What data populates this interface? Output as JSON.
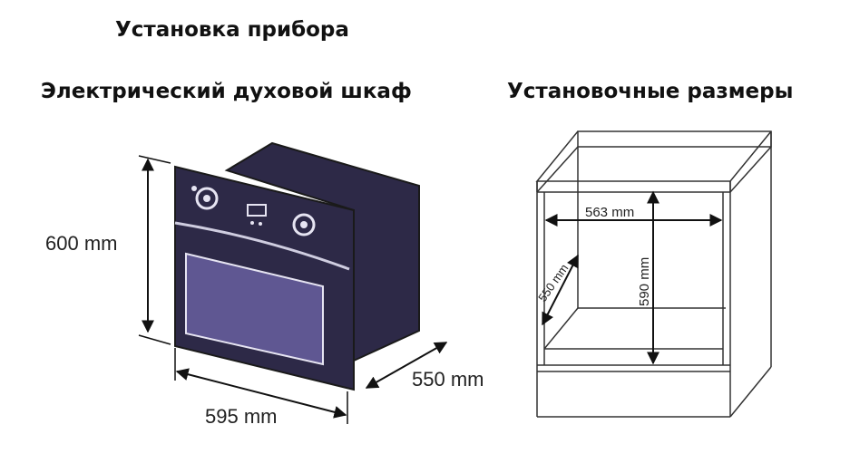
{
  "title": "Установка прибора",
  "oven_heading": "Электрический духовой шкаф",
  "cabinet_heading": "Установочные размеры",
  "oven_dims": {
    "height": "600 mm",
    "width": "595 mm",
    "depth": "550 mm"
  },
  "cabinet_dims": {
    "width": "563 mm",
    "height": "590 mm",
    "depth": "550 mm"
  },
  "colors": {
    "oven_body": "#2d2947",
    "oven_window": "#5f5792",
    "outline": "#1a1a1a"
  }
}
